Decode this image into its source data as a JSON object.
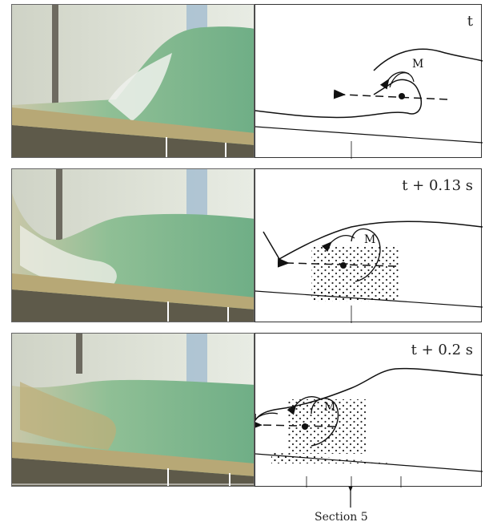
{
  "panels": [
    {
      "time_label": "t",
      "marker_label": "M"
    },
    {
      "time_label": "t + 0.13 s",
      "marker_label": "M"
    },
    {
      "time_label": "t + 0.2 s",
      "marker_label": "M"
    }
  ],
  "section_label": "Section 5",
  "colors": {
    "water": "#7fb58a",
    "sediment": "#c8b883",
    "glass": "#d9dccd",
    "ink": "#111111"
  }
}
